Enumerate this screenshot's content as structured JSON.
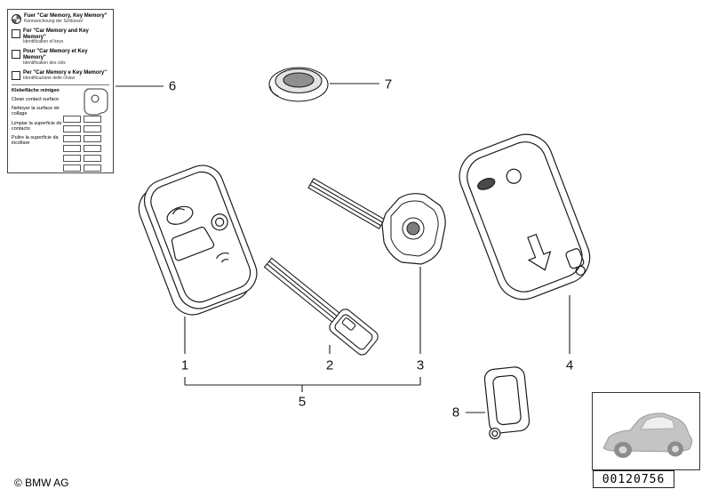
{
  "diagram": {
    "callouts": [
      "1",
      "2",
      "3",
      "4",
      "5",
      "6",
      "7",
      "8"
    ]
  },
  "label_sheet": {
    "entries": [
      {
        "title": "Fuer \"Car Memory, Key Memory\"",
        "subtitle": "Kennzeichnung der Schlüssel"
      },
      {
        "title": "For \"Car Memory and Key Memory\"",
        "subtitle": "Identification of keys"
      },
      {
        "title": "Pour \"Car Memory et Key Memory\"",
        "subtitle": "Identification des clés"
      },
      {
        "title": "Per \"Car Memory e Key Memory\"",
        "subtitle": "Identificazione delle chiavi"
      }
    ],
    "cleaning_notes": [
      "Klebefläche reinigen",
      "Clean contact surface",
      "Nettoyer la surface de collage",
      "Limpiar la superficie de contacto",
      "Pulire la superficie da incollare"
    ]
  },
  "footer": {
    "copyright": "© BMW AG",
    "document_number": "00120756"
  }
}
